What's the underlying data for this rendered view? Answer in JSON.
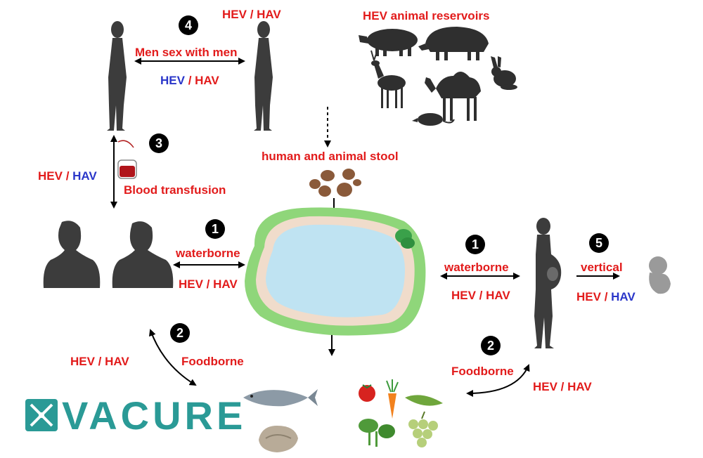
{
  "labels": {
    "top_pair": {
      "a": "HEV",
      "sep": " / ",
      "b": "HAV"
    },
    "msm": "Men sex with men",
    "msm_pair": {
      "a": "HEV",
      "sep": " / ",
      "b": "HAV"
    },
    "reservoirs": "HEV animal reservoirs",
    "stool": "human and animal stool",
    "blood_pair": {
      "a": "HEV",
      "sep": " / ",
      "b": "HAV"
    },
    "blood": "Blood transfusion",
    "waterborne_left": "waterborne",
    "waterborne_left_pair": "HEV / HAV",
    "waterborne_right": "waterborne",
    "waterborne_right_pair": "HEV / HAV",
    "vertical": "vertical",
    "vertical_pair": {
      "a": "HEV",
      "sep": " / ",
      "b": "HAV"
    },
    "foodborne_left_pair": "HEV / HAV",
    "foodborne_left": "Foodborne",
    "foodborne_right": "Foodborne",
    "foodborne_right_pair": "HEV / HAV"
  },
  "badges": {
    "b4": "4",
    "b3": "3",
    "b1_left": "1",
    "b1_right": "1",
    "b5": "5",
    "b2_left": "2",
    "b2_right": "2"
  },
  "logo": {
    "text": "VACURE"
  },
  "colors": {
    "red": "#e21b1b",
    "blue": "#2a36c9",
    "teal": "#2a9a96",
    "silhouette": "#3c3c3c",
    "water": "#bfe3f2",
    "shore": "#f0dccb",
    "grass": "#8fd67a",
    "stool": "#8a5a3a"
  },
  "icons": [
    "human-silhouette-icon",
    "blood-bag-icon",
    "boar-icon",
    "pig-icon",
    "deer-icon",
    "camel-icon",
    "rabbit-icon",
    "rat-icon",
    "stool-icon",
    "pond-icon",
    "pregnant-woman-icon",
    "fetus-icon",
    "fish-icon",
    "oyster-icon",
    "tomato-icon",
    "carrot-icon",
    "pea-pod-icon",
    "lettuce-icon",
    "grapes-icon",
    "vacure-logo-icon"
  ]
}
